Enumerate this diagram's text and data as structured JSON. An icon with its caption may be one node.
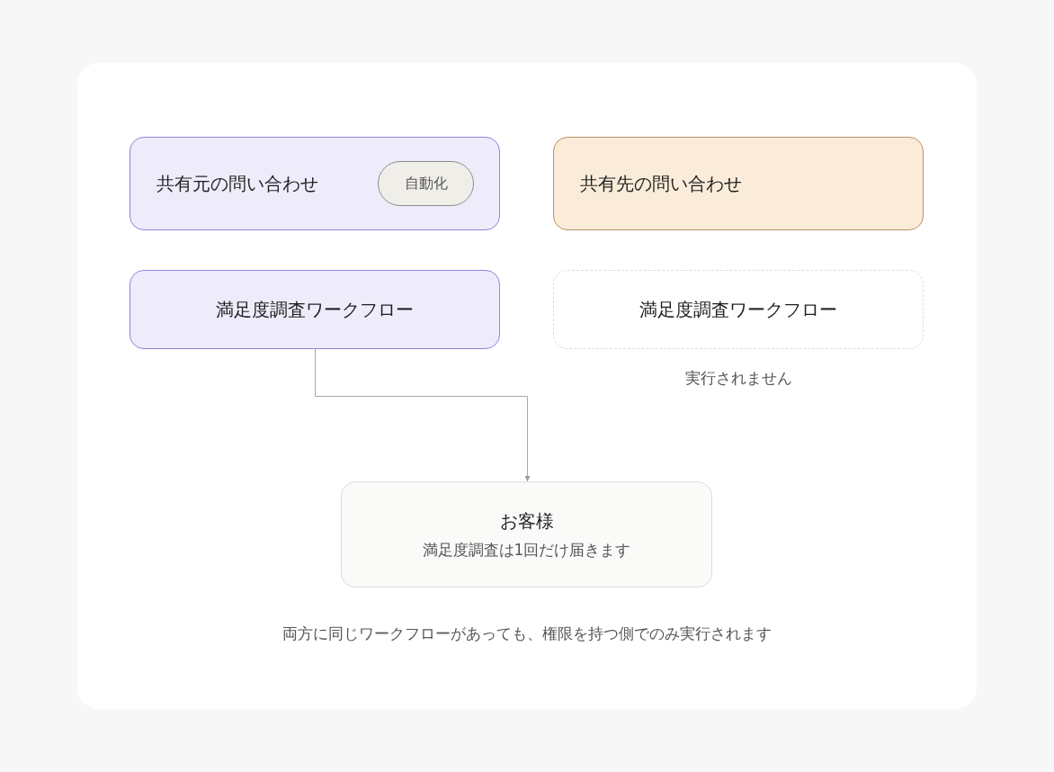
{
  "diagram": {
    "nodes": [
      {
        "text": [
          "共有元の問い合わせ"
        ]
      },
      {
        "text": [
          "自動化"
        ],
        "in": 0
      },
      {
        "text": [
          "共有先の問い合わせ"
        ]
      },
      {
        "text": [
          "満足度調査ワークフロー"
        ]
      },
      {
        "text": [
          "満足度調査ワークフロー"
        ],
        "beside": [
          "実行されません"
        ]
      },
      {
        "text": [
          "お客様",
          "満足度調査は1回だけ届きます"
        ]
      }
    ],
    "edges": [
      {
        "from": 3,
        "to": 5,
        "arrow": "to"
      }
    ],
    "caption": "両方に同じワークフローがあっても、権限を持つ側でのみ実行されます"
  }
}
